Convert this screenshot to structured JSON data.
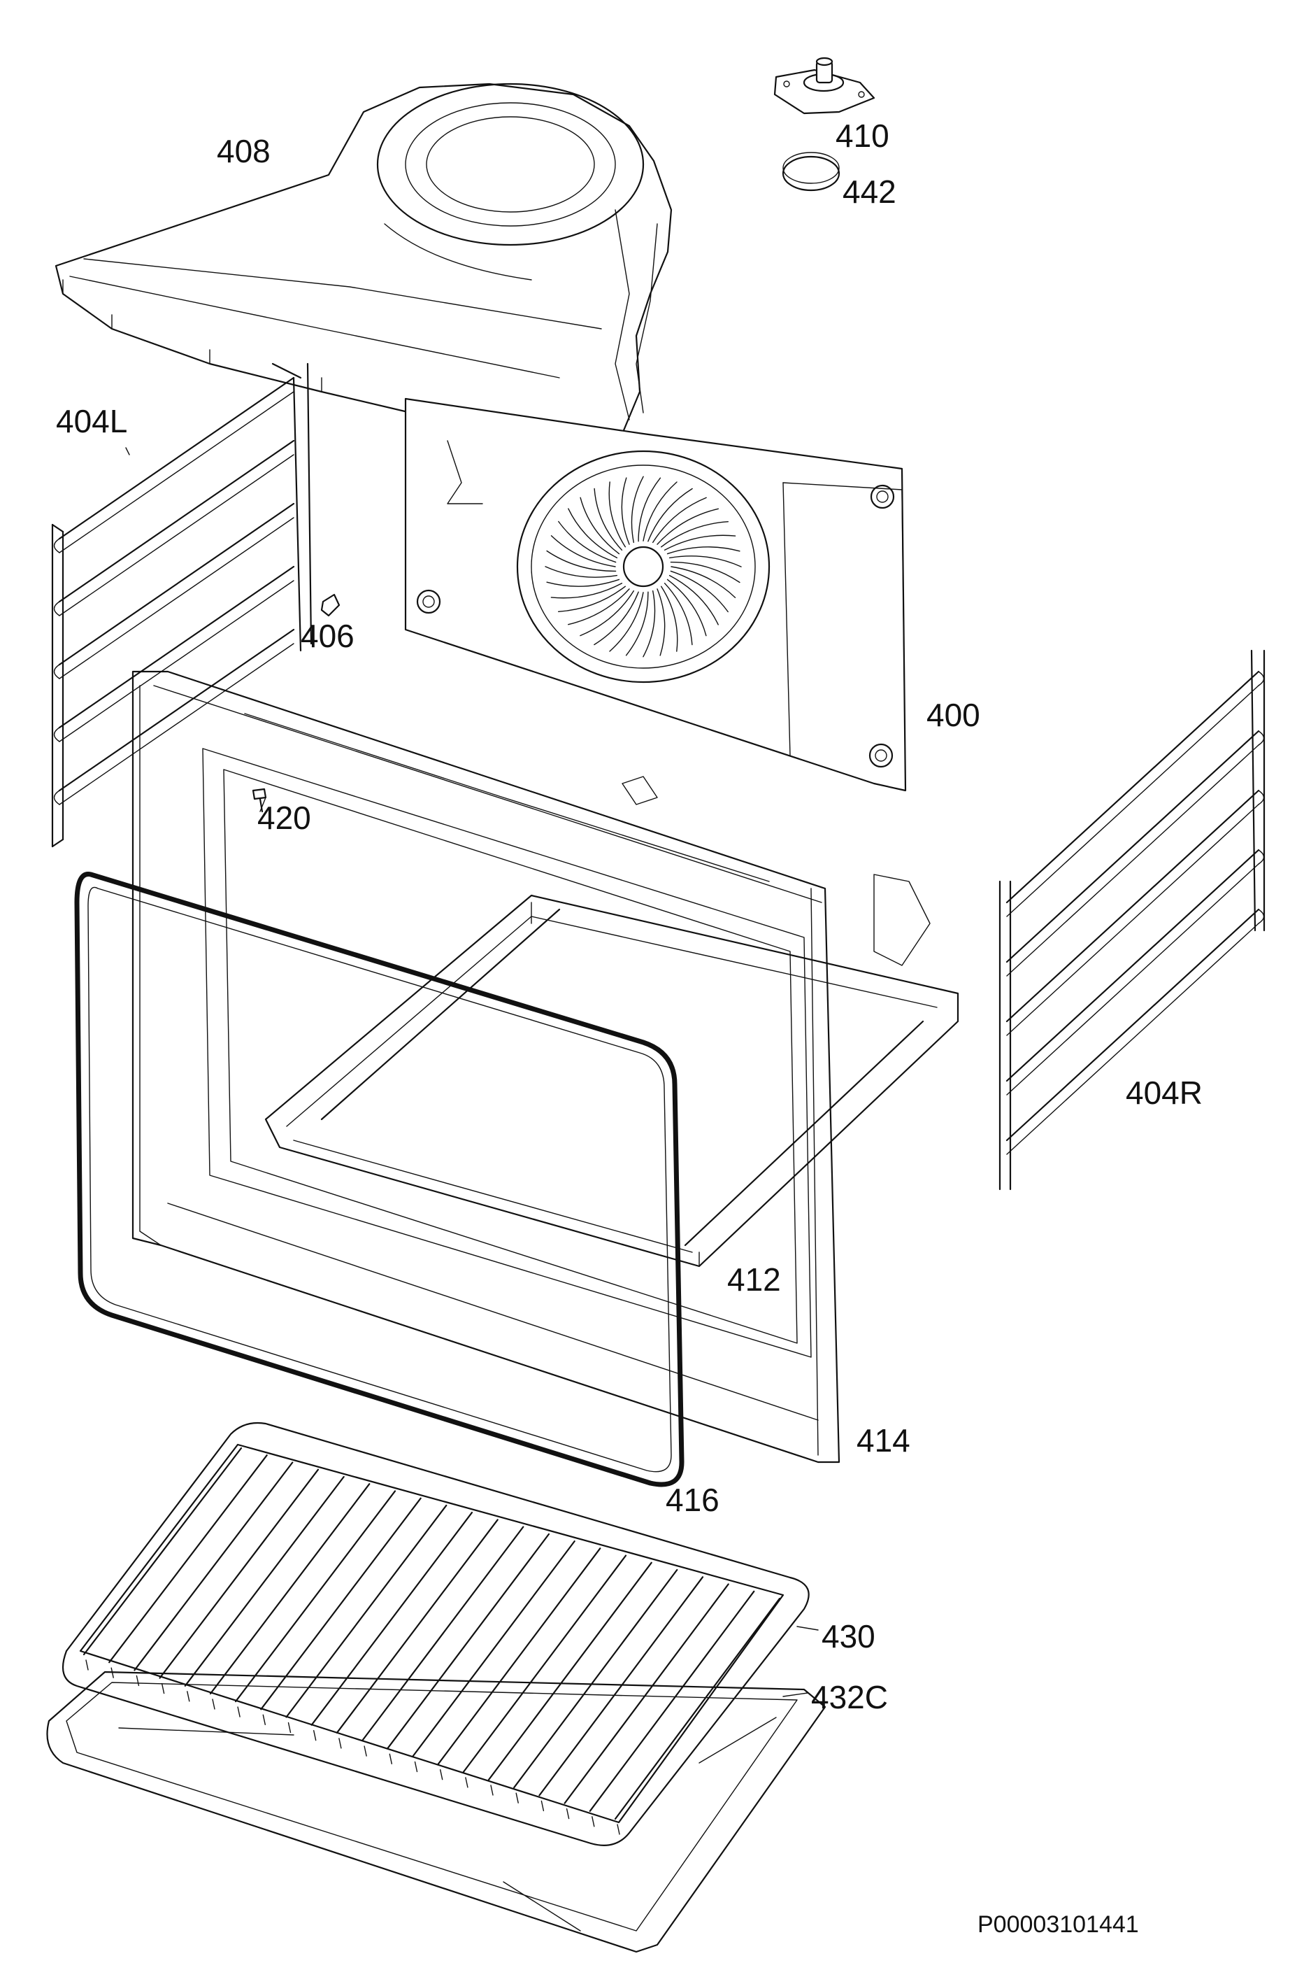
{
  "labels": {
    "p400": "400",
    "p404L": "404L",
    "p404R": "404R",
    "p406": "406",
    "p408": "408",
    "p410": "410",
    "p412": "412",
    "p414": "414",
    "p416": "416",
    "p420": "420",
    "p430": "430",
    "p432C": "432C",
    "p442": "442"
  },
  "drawing_code": "P00003101441"
}
